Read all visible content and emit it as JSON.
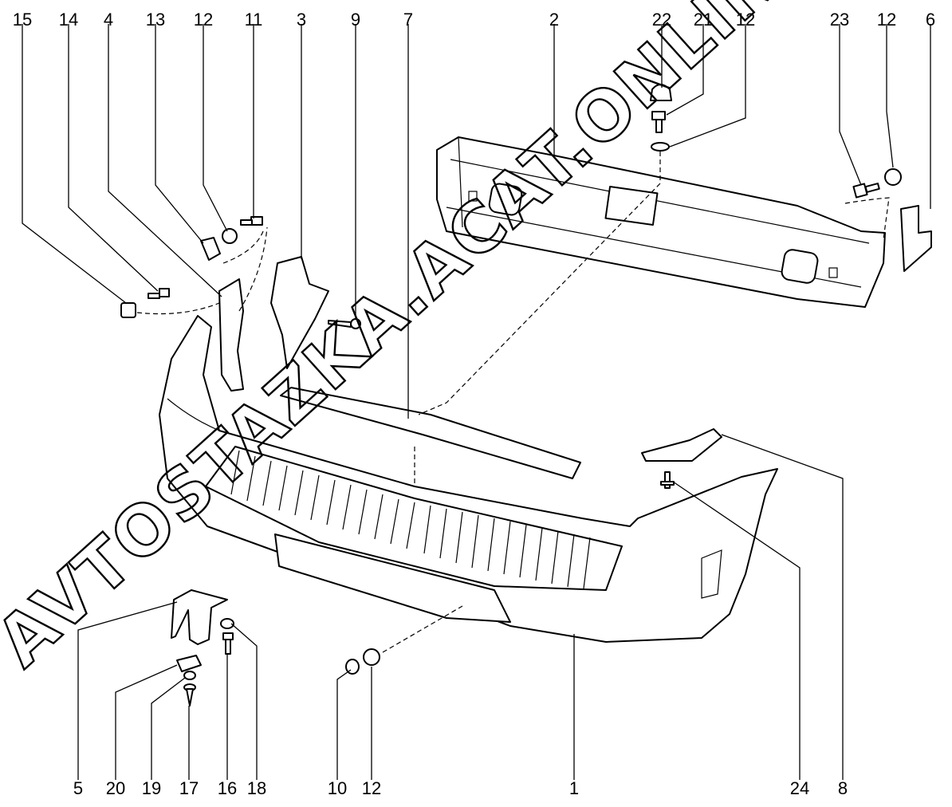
{
  "callouts": {
    "top": [
      "15",
      "14",
      "4",
      "13",
      "12",
      "11",
      "3",
      "9",
      "7",
      "2",
      "22",
      "21",
      "12",
      "23",
      "12",
      "6"
    ],
    "bottom": [
      "5",
      "20",
      "19",
      "17",
      "16",
      "18",
      "10",
      "12",
      "1",
      "24",
      "8"
    ]
  },
  "watermark": "AVTOSTAZKA.ACAT.ONLINE"
}
